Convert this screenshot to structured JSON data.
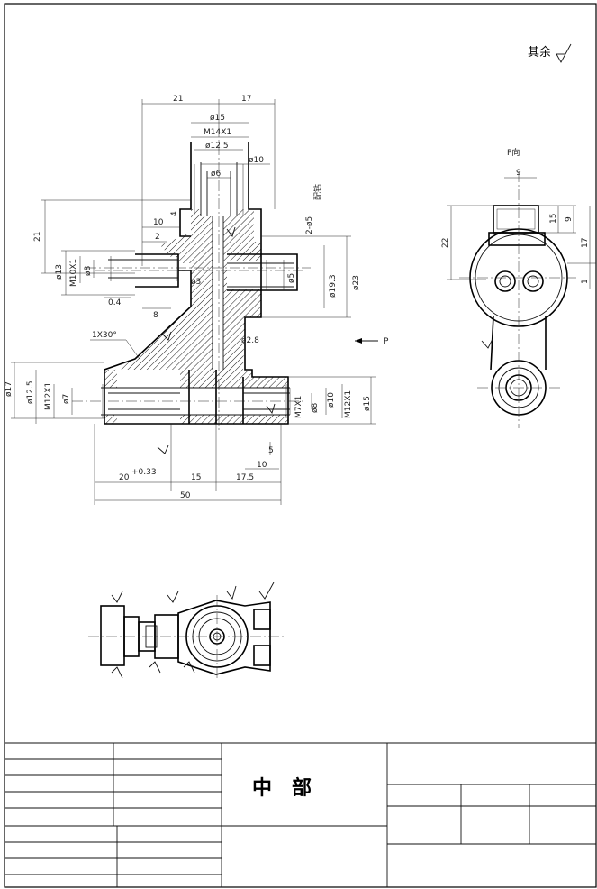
{
  "surface_note": {
    "text": "其余",
    "symbol": "roughness-symbol"
  },
  "view_label": "P向",
  "arrow_label": "P",
  "title_block": {
    "part_name": "中　部"
  },
  "dims": {
    "d21_top": "21",
    "d17_top": "17",
    "d15": "ø15",
    "m14": "M14X1",
    "d12_5_top": "ø12.5",
    "d10_top": "ø10",
    "d6": "ø6",
    "d10_left": "10",
    "d2": "2",
    "d4": "4",
    "d21_left": "21",
    "d13": "ø13",
    "m10": "M10X1",
    "d8": "ø8",
    "d0_4": "0.4",
    "d3": "ø3",
    "d8_horiz": "8",
    "chamfer": "1X30°",
    "d17_left": "ø17",
    "d12_5_left": "ø12.5",
    "m12_left": "M12X1",
    "d7_left": "ø7",
    "d2_8": "ø2.8",
    "d19_3": "ø19.3",
    "d23": "ø23",
    "d25": "2-ø5",
    "peizuan": "配钻",
    "d5": "ø5",
    "m7": "M7X1",
    "d8_right": "ø8",
    "d10_right": "ø10",
    "m12_right": "M12X1",
    "d15_right": "ø15",
    "d5_small": "5",
    "d10_bottom": "10",
    "d20": "20",
    "d20_tol": "+0.33",
    "d15_bottom": "15",
    "d17_5": "17.5",
    "d50": "50",
    "pv9": "9",
    "pv22": "22",
    "pv15": "15",
    "pv9b": "9",
    "pv17": "17",
    "pv1": "1"
  }
}
